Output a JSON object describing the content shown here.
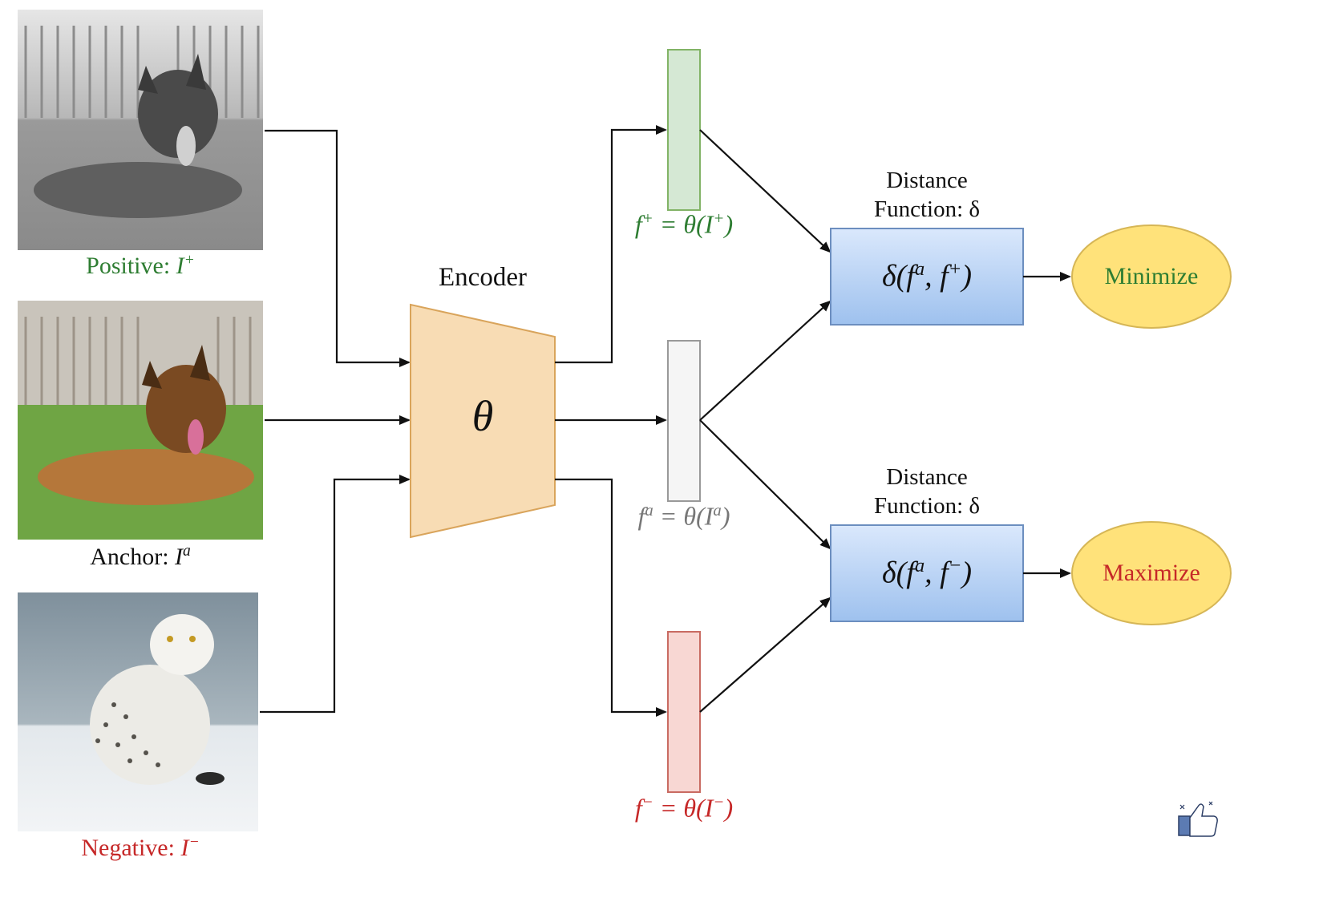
{
  "images": {
    "positive": {
      "label": "Positive:",
      "symbol": "I",
      "sup": "+",
      "color": "#2e7d32",
      "style": "grayscale"
    },
    "anchor": {
      "label": "Anchor:",
      "symbol": "I",
      "sup": "a",
      "color": "#111111",
      "style": "color"
    },
    "negative": {
      "label": "Negative:",
      "symbol": "I",
      "sup": "−",
      "color": "#c62828",
      "style": "color"
    }
  },
  "encoder": {
    "title": "Encoder",
    "symbol": "θ",
    "fill": "#f8dcb4",
    "stroke": "#d9a45b"
  },
  "features": {
    "positive": {
      "text_f": "f",
      "sup_f": "+",
      "text_eq": " = θ(I",
      "sup_i": "+",
      "text_close": ")",
      "color": "#2e7d32",
      "fill": "#d5e8d4",
      "stroke": "#82b366"
    },
    "anchor": {
      "text_f": "f",
      "sup_f": "a",
      "text_eq": " = θ(I",
      "sup_i": "a",
      "text_close": ")",
      "color": "#777777",
      "fill": "#f5f5f5",
      "stroke": "#999999"
    },
    "negative": {
      "text_f": "f",
      "sup_f": "−",
      "text_eq": " = θ(I",
      "sup_i": "−",
      "text_close": ")",
      "color": "#c62828",
      "fill": "#f8d7d3",
      "stroke": "#c96b62"
    }
  },
  "distance": {
    "top": {
      "title_line1": "Distance",
      "title_line2": "Function: δ",
      "formula_pre": "δ(f",
      "sup1": "a",
      "formula_mid": ", f",
      "sup2": "+",
      "formula_post": ")"
    },
    "bottom": {
      "title_line1": "Distance",
      "title_line2": "Function: δ",
      "formula_pre": "δ(f",
      "sup1": "a",
      "formula_mid": ", f",
      "sup2": "−",
      "formula_post": ")"
    }
  },
  "objectives": {
    "minimize": {
      "label": "Minimize",
      "color": "#2e7d32"
    },
    "maximize": {
      "label": "Maximize",
      "color": "#c62828"
    }
  },
  "corner_icon": "thumbs-up-icon",
  "colors": {
    "box_fill_top": "#dae8fc",
    "box_fill_bottom": "#9ec1ee",
    "box_stroke": "#6c8ebf",
    "ellipse_fill": "#ffe27a",
    "ellipse_stroke": "#d6b656"
  }
}
